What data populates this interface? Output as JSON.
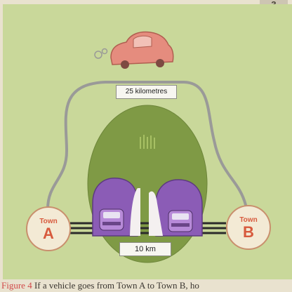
{
  "page": {
    "number": "3"
  },
  "diagram": {
    "route_label": "25 kilometres",
    "tunnel_label": "10 km",
    "town_a": {
      "word": "Town",
      "letter": "A"
    },
    "town_b": {
      "word": "Town",
      "letter": "B"
    }
  },
  "caption": {
    "figure_tag": "Figure 4",
    "text": "If a vehicle goes from Town A to Town B, ho"
  },
  "colors": {
    "panel_bg": "#c9d89a",
    "hill": "#7f9a45",
    "tunnel": "#8b5cb6",
    "car": "#e58c7e",
    "town_letter": "#d75a3d"
  }
}
